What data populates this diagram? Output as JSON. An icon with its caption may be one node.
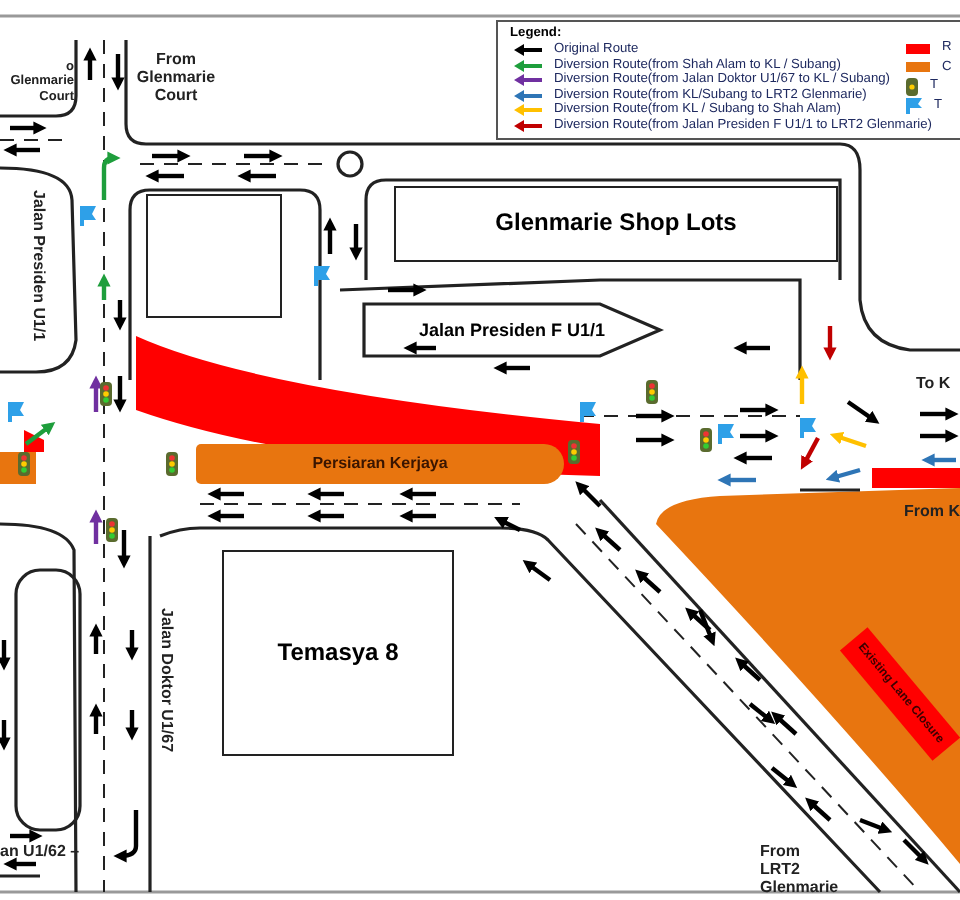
{
  "diagram": {
    "nodes": [
      {
        "text": [],
        "shape": "box"
      },
      {
        "text": [
          "Glenmarie Shop Lots"
        ]
      },
      {
        "text": [
          "Jalan Presiden F U1/1"
        ]
      },
      {
        "text": [
          "Persiaran Kerjaya"
        ]
      },
      {
        "text": [
          "Temasya 8"
        ]
      },
      {
        "text": [
          "Existing Lane Closure"
        ]
      }
    ],
    "labels": [
      "Legend:",
      "o Glenmarie Court",
      "From Glenmarie Court",
      "Jalan Presiden U1/1",
      "To K",
      "From K",
      "Jalan Doktor U1/67",
      "an U1/62 –",
      "From LRT2 Glenmarie"
    ],
    "legend": [
      {
        "text": "Original Route"
      },
      {
        "text": "Diversion Route(from Shah Alam to KL / Subang)"
      },
      {
        "text": "Diversion Route(from Jalan Doktor U1/67 to KL / Subang)"
      },
      {
        "text": "Diversion Route(from KL/Subang to LRT2 Glenmarie)"
      },
      {
        "text": "Diversion Route(from KL / Subang to Shah Alam)"
      },
      {
        "text": "Diversion Route(from Jalan Presiden F U1/1 to LRT2 Glenmarie)"
      },
      {
        "text": "R",
        "color": "#ff0000"
      },
      {
        "text": "C",
        "color": "#e8750f"
      },
      {
        "text": "T"
      },
      {
        "text": "T"
      }
    ]
  }
}
